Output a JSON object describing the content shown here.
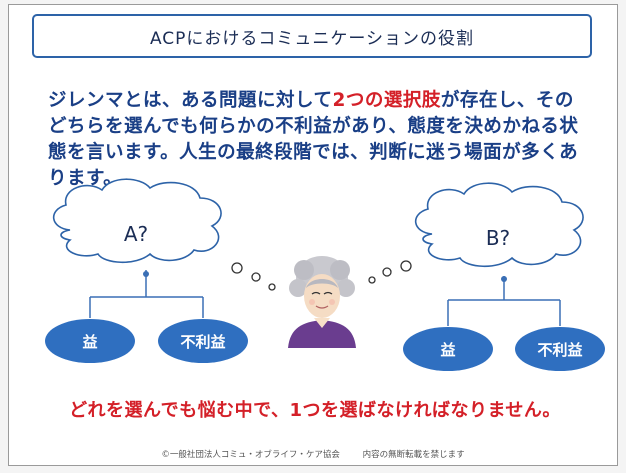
{
  "title": "ACPにおけるコミュニケーションの役割",
  "body": {
    "before": "ジレンマとは、ある問題に対して",
    "emphasis": "2つの選択肢",
    "after": "が存在し、そのどちらを選んでも何らかの不利益があり、態度を決めかねる状態を言います。人生の最終段階では、判断に迷う場面が多くあります。"
  },
  "left_option": {
    "cloud_label": "A?",
    "benefit": "益",
    "disadvantage": "不利益"
  },
  "right_option": {
    "cloud_label": "B?",
    "benefit": "益",
    "disadvantage": "不利益"
  },
  "conclusion": "どれを選んでも悩む中で、1つを選ばなければなりません。",
  "footer": {
    "organization": "©一般社団法人コミュ・オブライフ・ケア協会",
    "notice": "内容の無断転載を禁じます"
  },
  "colors": {
    "title_border": "#2d63a8",
    "body_text": "#1a3f86",
    "emphasis": "#d42028",
    "node_fill": "#2f6fc0",
    "cloud_stroke": "#2d63a8",
    "line": "#3a6fb5"
  },
  "icons": [
    "elderly-woman-icon",
    "thought-cloud-icon"
  ]
}
